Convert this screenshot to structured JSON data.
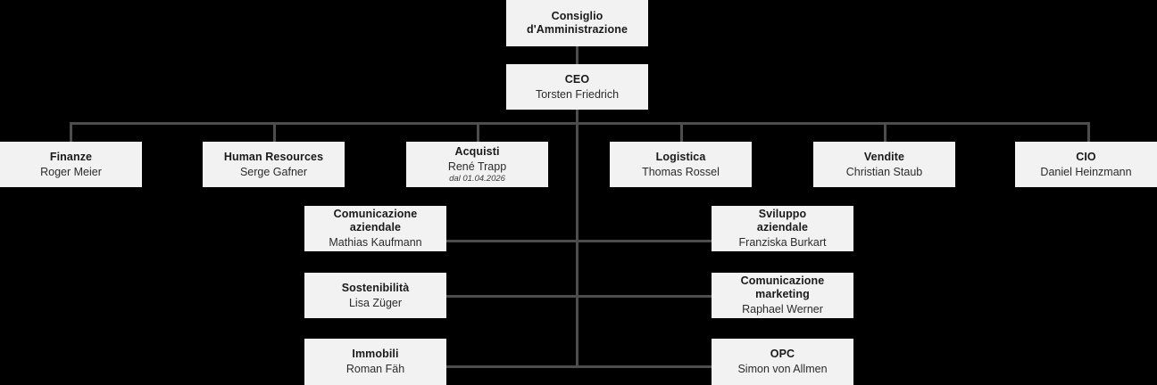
{
  "chart": {
    "kind": "organigram",
    "background_color": "#000000",
    "node_color": "#f2f2f2",
    "connector_color": "#4d4d4d",
    "nodes": [
      {
        "id": "board",
        "title": "Consiglio",
        "title2": "d'Amministrazione",
        "person": "",
        "note": ""
      },
      {
        "id": "ceo",
        "title": "CEO",
        "title2": "",
        "person": "Torsten Friedrich",
        "note": ""
      },
      {
        "id": "finanze",
        "title": "Finanze",
        "title2": "",
        "person": "Roger Meier",
        "note": ""
      },
      {
        "id": "hr",
        "title": "Human Resources",
        "title2": "",
        "person": "Serge Gafner",
        "note": ""
      },
      {
        "id": "acquisti",
        "title": "Acquisti",
        "title2": "",
        "person": "René Trapp",
        "note": "dal 01.04.2026"
      },
      {
        "id": "logistica",
        "title": "Logistica",
        "title2": "",
        "person": "Thomas Rossel",
        "note": ""
      },
      {
        "id": "vendite",
        "title": "Vendite",
        "title2": "",
        "person": "Christian Staub",
        "note": ""
      },
      {
        "id": "cio",
        "title": "CIO",
        "title2": "",
        "person": "Daniel Heinzmann",
        "note": ""
      },
      {
        "id": "comunicazione-aziendale",
        "title": "Comunicazione",
        "title2": "aziendale",
        "person": "Mathias Kaufmann",
        "note": ""
      },
      {
        "id": "sviluppo-aziendale",
        "title": "Sviluppo",
        "title2": "aziendale",
        "person": "Franziska Burkart",
        "note": ""
      },
      {
        "id": "sostenibilita",
        "title": "Sostenibilità",
        "title2": "",
        "person": "Lisa Züger",
        "note": ""
      },
      {
        "id": "comunicazione-marketing",
        "title": "Comunicazione",
        "title2": "marketing",
        "person": "Raphael Werner",
        "note": ""
      },
      {
        "id": "immobili",
        "title": "Immobili",
        "title2": "",
        "person": "Roman Fäh",
        "note": ""
      },
      {
        "id": "opc",
        "title": "OPC",
        "title2": "",
        "person": "Simon von Allmen",
        "note": ""
      }
    ]
  }
}
